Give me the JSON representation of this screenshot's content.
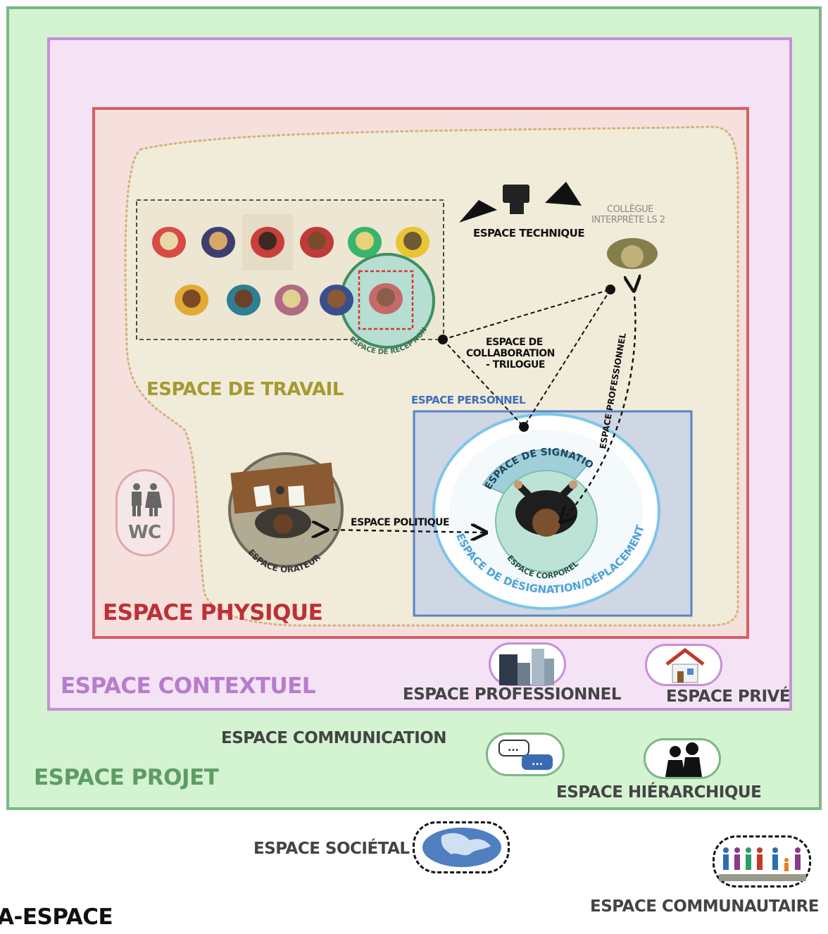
{
  "labels": {
    "espace_projet": "ESPACE PROJET",
    "espace_contextuel": "ESPACE CONTEXTUEL",
    "espace_physique": "ESPACE PHYSIQUE",
    "espace_travail": "ESPACE DE TRAVAIL",
    "espace_technique": "ESPACE TECHNIQUE",
    "collegue_line1": "COLLÈGUE",
    "collegue_line2": "INTERPRÈTE LS 2",
    "collab_line1": "ESPACE DE",
    "collab_line2": "COLLABORATION",
    "collab_line3": "- TRILOGUE",
    "espace_personnel": "ESPACE PERSONNEL",
    "espace_professionnel_arrow": "ESPACE PROFESSIONNEL",
    "espace_politique": "ESPACE POLITIQUE",
    "espace_orateur": "ESPACE ORATEUR",
    "espace_reception": "ESPACE DE RÉCEPTION",
    "espace_signation": "ESPACE DE SIGNATION",
    "espace_corporel": "ESPACE CORPOREL",
    "espace_designation": "ESPACE DE DÉSIGNATION/DÉPLACEMENT",
    "wc": "WC",
    "espace_professionnel": "ESPACE PROFESSIONNEL",
    "espace_prive": "ESPACE PRIVÉ",
    "espace_communication": "ESPACE COMMUNICATION",
    "espace_hierarchique": "ESPACE HIÉRARCHIQUE",
    "espace_societal": "ESPACE SOCIÉTAL",
    "espace_communautaire": "ESPACE COMMUNAUTAIRE",
    "meta_espace": "A-ESPACE"
  },
  "icons": {
    "wc": "restroom-icon",
    "professionnel": "office-buildings-icon",
    "prive": "house-icon",
    "communication": "chat-bubbles-icon",
    "hierarchique": "people-hierarchy-icon",
    "societal": "world-map-icon",
    "communautaire": "community-people-icon",
    "technique": "spotlight-camera-icon"
  },
  "colors": {
    "projet_border": "#7cb887",
    "projet_fill": "#d3f3d1",
    "projet_text": "#5e9c67",
    "contextuel_border": "#c98ed8",
    "contextuel_fill": "#f3e3f5",
    "contextuel_text": "#b77cce",
    "physique_border": "#d55f64",
    "physique_fill": "#f5e0de",
    "physique_text": "#bf2f35",
    "travail_fill": "#f1ebd9",
    "travail_text": "#a49a32",
    "personnel_border": "#5b84c4",
    "personnel_fill": "#cfd6e4",
    "personnel_text": "#3f6eb8",
    "designation_ring": "#7cc6ea",
    "reception_border": "#3f8f5e",
    "reception_fill": "#b6ded2"
  }
}
